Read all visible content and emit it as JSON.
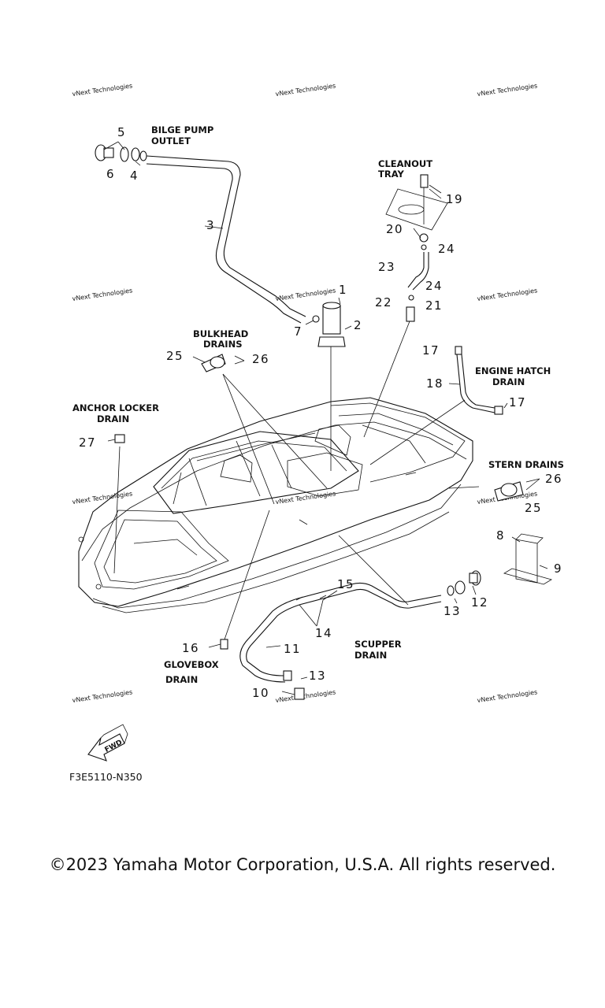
{
  "diagram": {
    "labels": {
      "bilge_pump_outlet": [
        "BILGE PUMP",
        "OUTLET"
      ],
      "cleanout_tray": [
        "CLEANOUT",
        "TRAY"
      ],
      "bulkhead_drains": [
        "BULKHEAD",
        "DRAINS"
      ],
      "engine_hatch_drain": [
        "ENGINE HATCH",
        "DRAIN"
      ],
      "anchor_locker_drain": [
        "ANCHOR LOCKER",
        "DRAIN"
      ],
      "stern_drains": [
        "STERN DRAINS"
      ],
      "scupper_drain": [
        "SCUPPER",
        "DRAIN"
      ],
      "glovebox_drain": [
        "GLOVEBOX",
        "DRAIN"
      ]
    },
    "callouts": [
      "1",
      "2",
      "3",
      "4",
      "5",
      "6",
      "7",
      "8",
      "9",
      "10",
      "11",
      "12",
      "13",
      "13",
      "14",
      "15",
      "16",
      "17",
      "17",
      "18",
      "19",
      "20",
      "21",
      "22",
      "23",
      "24",
      "24",
      "25",
      "25",
      "26",
      "26",
      "27"
    ],
    "watermark": "vNext Technologies",
    "fwd_label": "FWD",
    "part_code": "F3E5110-N350"
  },
  "footer": {
    "copyright": "©2023 Yamaha Motor Corporation, U.S.A. All rights reserved."
  }
}
